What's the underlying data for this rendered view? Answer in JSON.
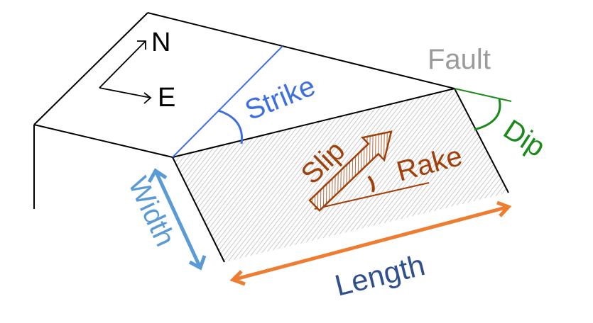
{
  "diagram": {
    "compass": {
      "north": "N",
      "east": "E"
    },
    "labels": {
      "fault": "Fault",
      "strike": "Strike",
      "dip": "Dip",
      "slip": "Slip",
      "rake": "Rake",
      "width": "Width",
      "length": "Length"
    },
    "colors": {
      "outline": "#000000",
      "fault_label": "#9b9b9b",
      "strike": "#3d6fe0",
      "dip": "#1a8a1a",
      "slip": "#a0400a",
      "rake": "#a0400a",
      "width": "#5b9bd5",
      "length_arrow": "#ed7d31",
      "length_text": "#2f4f8f",
      "hatch": "#b3b3b3"
    }
  }
}
